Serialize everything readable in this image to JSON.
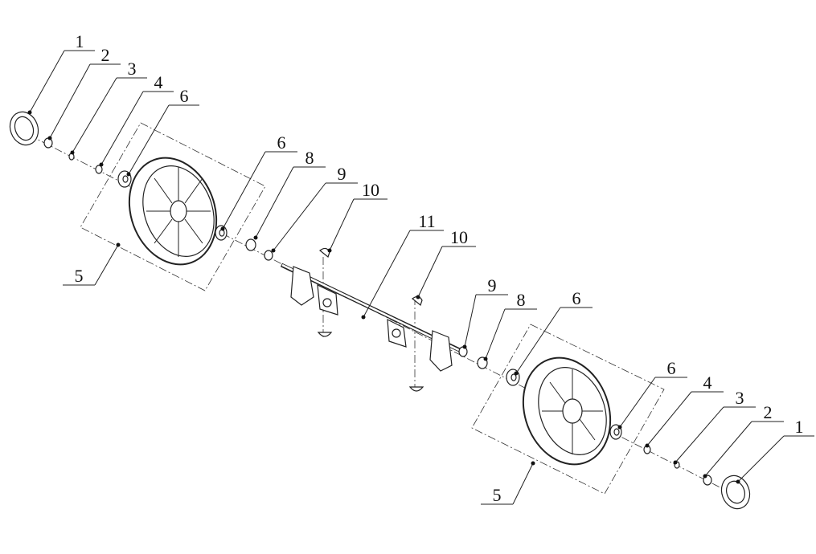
{
  "diagram": {
    "type": "exploded-parts-diagram",
    "colors": {
      "line": "#222222",
      "background": "#ffffff"
    },
    "callouts": [
      {
        "id": "c1a",
        "label": "1"
      },
      {
        "id": "c2a",
        "label": "2"
      },
      {
        "id": "c3a",
        "label": "3"
      },
      {
        "id": "c4a",
        "label": "4"
      },
      {
        "id": "c6a",
        "label": "6"
      },
      {
        "id": "c5a",
        "label": "5"
      },
      {
        "id": "c6b",
        "label": "6"
      },
      {
        "id": "c8a",
        "label": "8"
      },
      {
        "id": "c9a",
        "label": "9"
      },
      {
        "id": "c10a",
        "label": "10"
      },
      {
        "id": "c11",
        "label": "11"
      },
      {
        "id": "c10b",
        "label": "10"
      },
      {
        "id": "c9b",
        "label": "9"
      },
      {
        "id": "c8b",
        "label": "8"
      },
      {
        "id": "c6c",
        "label": "6"
      },
      {
        "id": "c6d",
        "label": "6"
      },
      {
        "id": "c4b",
        "label": "4"
      },
      {
        "id": "c3b",
        "label": "3"
      },
      {
        "id": "c2b",
        "label": "2"
      },
      {
        "id": "c1b",
        "label": "1"
      },
      {
        "id": "c5b",
        "label": "5"
      }
    ]
  }
}
